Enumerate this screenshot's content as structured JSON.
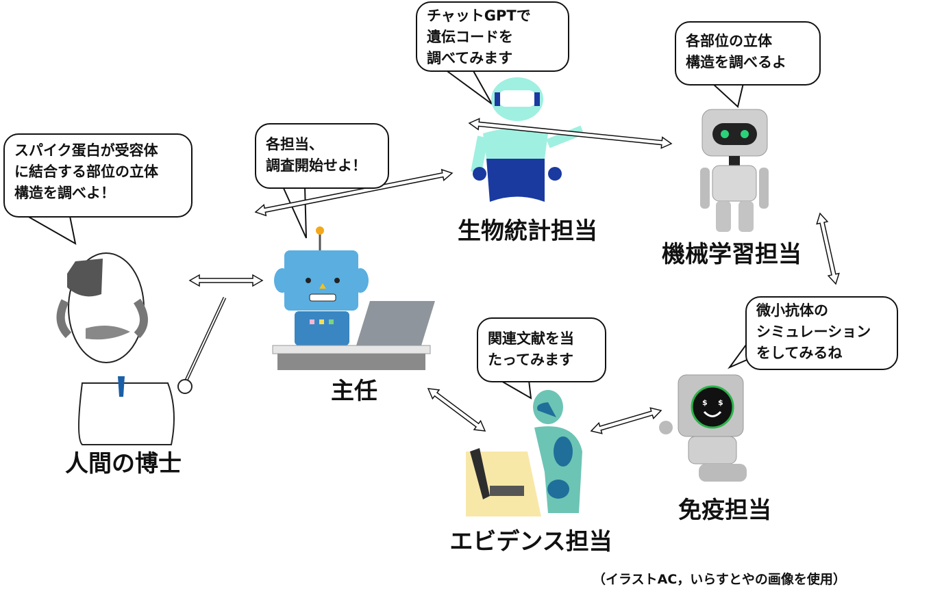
{
  "bubbles": {
    "doctor": "スパイク蛋白が受容体\nに結合する部位の立体\n構造を調べよ！",
    "chief": "各担当、\n調査開始せよ！",
    "biostat": "チャットGPTで\n遺伝コードを\n調べてみます",
    "ml": "各部位の立体\n構造を調べるよ",
    "evidence": "関連文献を当\nたってみます",
    "immune": "微小抗体の\nシミュレーション\nをしてみるね"
  },
  "labels": {
    "doctor": "人間の博士",
    "chief": "主任",
    "biostat": "生物統計担当",
    "ml": "機械学習担当",
    "evidence": "エビデンス担当",
    "immune": "免疫担当"
  },
  "caption": "（イラストAC，いらすとやの画像を使用）",
  "colors": {
    "chief_robot": "#5aaee0",
    "biostat_robot": "#9ff0e0",
    "evidence_robot": "#6cc4b4",
    "ml_robot": "#c8c8c8",
    "immune_robot": "#bdbdbd"
  }
}
